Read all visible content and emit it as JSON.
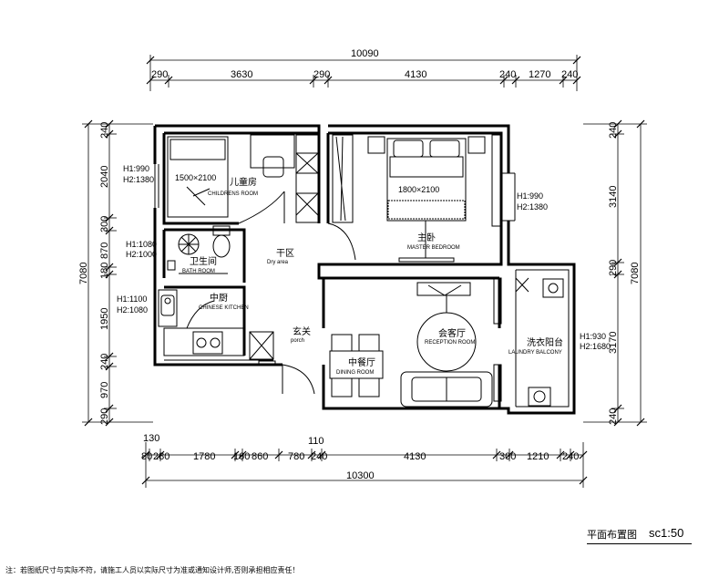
{
  "drawing": {
    "title": "平面布置图",
    "scale": "sc1:50",
    "note": "注：若图纸尺寸与实际不符，请施工人员以实际尺寸为准或通知设计师,否则承担相应责任！"
  },
  "dimensions": {
    "top_total": "10090",
    "top_segments": [
      "290",
      "3630",
      "290",
      "4130",
      "240",
      "1270",
      "240"
    ],
    "bottom_total": "10300",
    "bottom_upper": [
      "130",
      "110"
    ],
    "bottom_segments": [
      "80",
      "280",
      "1780",
      "160",
      "860",
      "780",
      "240",
      "4130",
      "300",
      "1210",
      "240"
    ],
    "left_total": "7080",
    "left_segments": [
      "240",
      "2040",
      "300",
      "870",
      "180",
      "1950",
      "240",
      "970",
      "290"
    ],
    "right_total": "7080",
    "right_segments": [
      "240",
      "3140",
      "290",
      "3170",
      "240"
    ]
  },
  "rooms": {
    "children": {
      "cn": "儿童房",
      "en": "CHILDRENS ROOM",
      "bed": "1500×2100",
      "h1": "H1:990",
      "h2": "H2:1380"
    },
    "master": {
      "cn": "主卧",
      "en": "MASTER BEDROOM",
      "bed": "1800×2100",
      "h1": "H1:990",
      "h2": "H2:1380"
    },
    "dry": {
      "cn": "干区",
      "en": "Dry area"
    },
    "bath": {
      "cn": "卫生间",
      "en": "BATH ROOM",
      "h1": "H1:1080",
      "h2": "H2:1000"
    },
    "kitchen": {
      "cn": "中厨",
      "en": "CHINESE KITCHEN",
      "h1": "H1:1100",
      "h2": "H2:1080"
    },
    "porch": {
      "cn": "玄关",
      "en": "porch"
    },
    "dining": {
      "cn": "中餐厅",
      "en": "DINING ROOM"
    },
    "reception": {
      "cn": "会客厅",
      "en": "RECEPTION ROOM"
    },
    "laundry": {
      "cn": "洗衣阳台",
      "en": "LAUNDRY BALCONY",
      "h1": "H1:930",
      "h2": "H2:1680"
    }
  }
}
